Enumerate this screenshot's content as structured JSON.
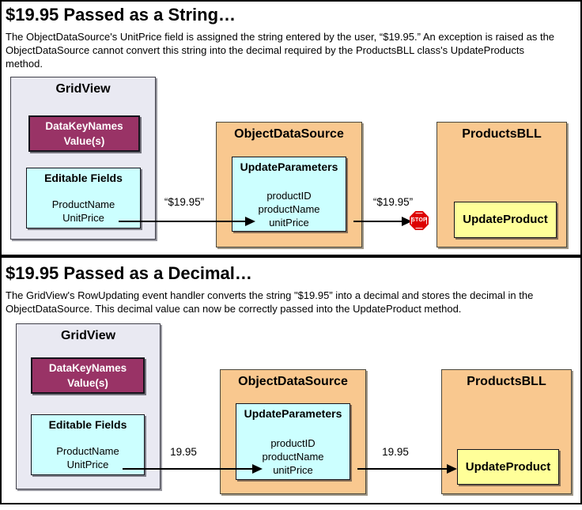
{
  "colors": {
    "panel_bg": "#ffffff",
    "panel_border": "#000000",
    "gridview_bg": "#e9e9f2",
    "datakey_bg": "#993366",
    "datakey_text": "#ffffff",
    "cyan_bg": "#ccffff",
    "orange_bg": "#f9c88f",
    "yellow_bg": "#ffff99",
    "arrow_color": "#000000",
    "stop_bg": "#dd0000",
    "stop_text": "#ffffff"
  },
  "panels": [
    {
      "title": "$19.95 Passed as a String…",
      "description": "The ObjectDataSource's UnitPrice field is assigned the string entered by the user, “$19.95.” An exception is raised as the\nObjectDataSource cannot convert this string into the decimal required by the ProductsBLL class's UpdateProducts\nmethod.",
      "gridview": {
        "label": "GridView",
        "datakey_line1": "DataKeyNames",
        "datakey_line2": "Value(s)",
        "editable_label": "Editable Fields",
        "field1": "ProductName",
        "field2": "UnitPrice"
      },
      "objectdatasource": {
        "label": "ObjectDataSource",
        "params_label": "UpdateParameters",
        "param1": "productID",
        "param2": "productName",
        "param3": "unitPrice"
      },
      "productsbll": {
        "label": "ProductsBLL",
        "method_label": "UpdateProduct"
      },
      "value_label_1": "“$19.95”",
      "value_label_2": "“$19.95”",
      "stop_label": "STOP"
    },
    {
      "title": "$19.95 Passed as a Decimal…",
      "description": "The GridView's RowUpdating event handler converts the string \"$19.95” into a decimal and stores the decimal in the\nObjectDataSource. This decimal value can now be correctly passed into the UpdateProduct method.",
      "gridview": {
        "label": "GridView",
        "datakey_line1": "DataKeyNames",
        "datakey_line2": "Value(s)",
        "editable_label": "Editable Fields",
        "field1": "ProductName",
        "field2": "UnitPrice"
      },
      "objectdatasource": {
        "label": "ObjectDataSource",
        "params_label": "UpdateParameters",
        "param1": "productID",
        "param2": "productName",
        "param3": "unitPrice"
      },
      "productsbll": {
        "label": "ProductsBLL",
        "method_label": "UpdateProduct"
      },
      "value_label_1": "19.95",
      "value_label_2": "19.95"
    }
  ]
}
